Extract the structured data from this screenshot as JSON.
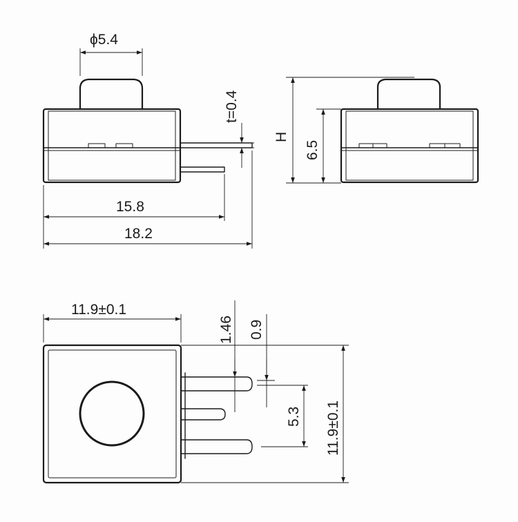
{
  "dimensions": {
    "button_diameter": "ϕ5.4",
    "terminal_thickness": "t=0.4",
    "height": "H",
    "body_height": "6.5",
    "body_length": "15.8",
    "overall_length": "18.2",
    "bottom_width": "11.9±0.1",
    "pin_offset": "1.46",
    "pin_width": "0.9",
    "pin_pitch": "5.3",
    "bottom_height": "11.9±0.1"
  }
}
